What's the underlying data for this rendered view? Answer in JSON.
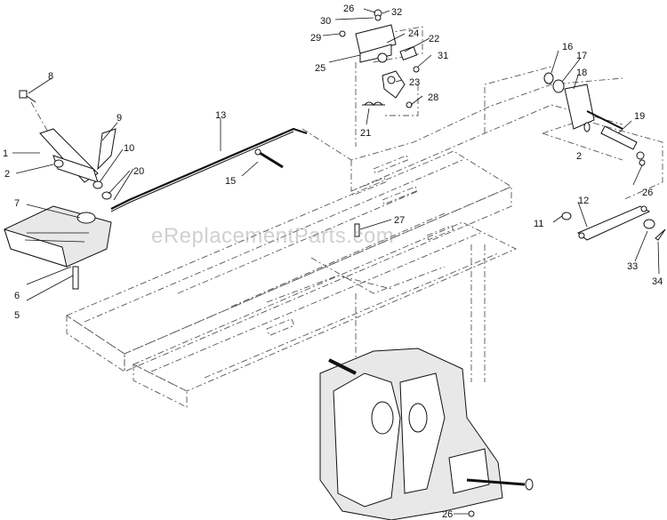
{
  "watermark": "eReplacementParts.com",
  "callouts": [
    {
      "id": "c1",
      "label": "1"
    },
    {
      "id": "c2",
      "label": "2"
    },
    {
      "id": "c2b",
      "label": "2"
    },
    {
      "id": "c5",
      "label": "5"
    },
    {
      "id": "c6",
      "label": "6"
    },
    {
      "id": "c7",
      "label": "7"
    },
    {
      "id": "c8",
      "label": "8"
    },
    {
      "id": "c9",
      "label": "9"
    },
    {
      "id": "c10",
      "label": "10"
    },
    {
      "id": "c11",
      "label": "11"
    },
    {
      "id": "c12",
      "label": "12"
    },
    {
      "id": "c13",
      "label": "13"
    },
    {
      "id": "c15",
      "label": "15"
    },
    {
      "id": "c16",
      "label": "16"
    },
    {
      "id": "c17",
      "label": "17"
    },
    {
      "id": "c18",
      "label": "18"
    },
    {
      "id": "c19",
      "label": "19"
    },
    {
      "id": "c20",
      "label": "20"
    },
    {
      "id": "c21",
      "label": "21"
    },
    {
      "id": "c22",
      "label": "22"
    },
    {
      "id": "c23",
      "label": "23"
    },
    {
      "id": "c24",
      "label": "24"
    },
    {
      "id": "c25",
      "label": "25"
    },
    {
      "id": "c26a",
      "label": "26"
    },
    {
      "id": "c26b",
      "label": "26"
    },
    {
      "id": "c26c",
      "label": "26"
    },
    {
      "id": "c27",
      "label": "27"
    },
    {
      "id": "c28",
      "label": "28"
    },
    {
      "id": "c29",
      "label": "29"
    },
    {
      "id": "c30",
      "label": "30"
    },
    {
      "id": "c31",
      "label": "31"
    },
    {
      "id": "c32",
      "label": "32"
    },
    {
      "id": "c33",
      "label": "33"
    },
    {
      "id": "c34",
      "label": "34"
    }
  ]
}
